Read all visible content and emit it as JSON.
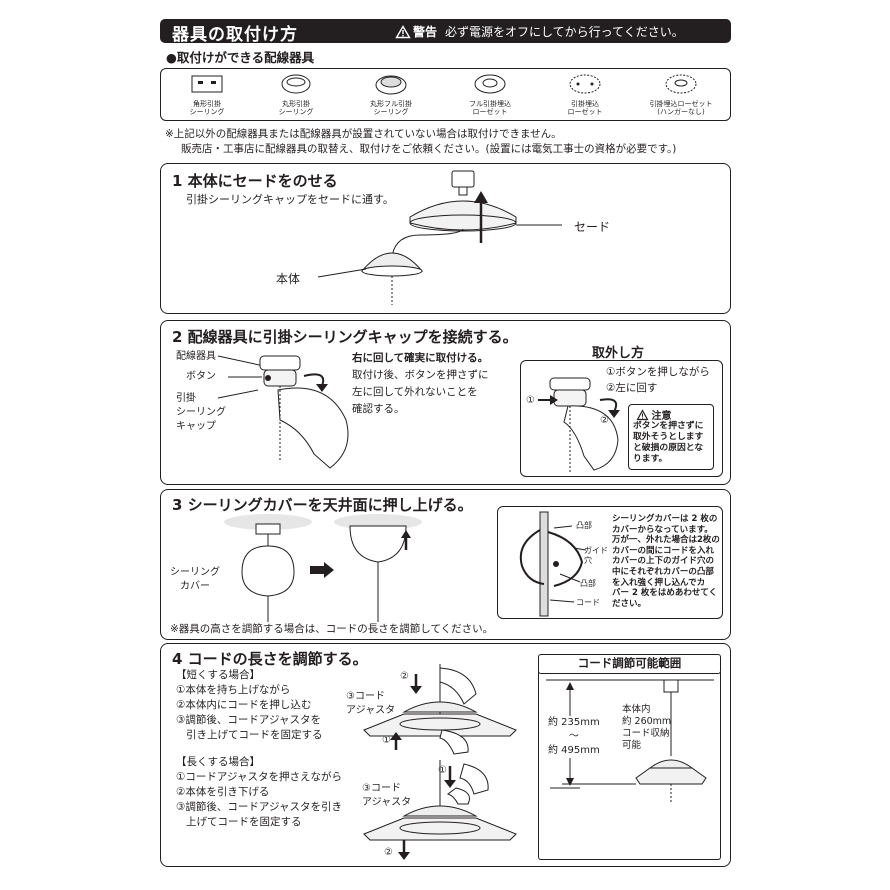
{
  "header": {
    "title": "器具の取付け方",
    "warning_label": "警告",
    "warning_text": "必ず電源をオフにしてから行ってください。"
  },
  "fixtures": {
    "heading": "●取付けができる配線器具",
    "items": [
      {
        "line1": "角形引掛",
        "line2": "シーリング"
      },
      {
        "line1": "丸形引掛",
        "line2": "シーリング"
      },
      {
        "line1": "丸形フル引掛",
        "line2": "シーリング"
      },
      {
        "line1": "フル引掛埋込",
        "line2": "ローゼット"
      },
      {
        "line1": "引掛埋込",
        "line2": "ローゼット"
      },
      {
        "line1": "引掛埋込ローゼット",
        "line2": "(ハンガーなし)"
      }
    ],
    "note_line1": "※上記以外の配線器具または配線器具が設置されていない場合は取付けできません。",
    "note_line2": "販売店・工事店に配線器具の取替え、取付けをご依頼ください。(設置には電気工事士の資格が必要です。)"
  },
  "step1": {
    "title": "1  本体にセードをのせる",
    "desc": "引掛シーリングキャップをセードに通す。",
    "label_shade": "セード",
    "label_body": "本体"
  },
  "step2": {
    "title": "2  配線器具に引掛シーリングキャップを接続する。",
    "label_fixture": "配線器具",
    "label_button": "ボタン",
    "label_cap1": "引掛",
    "label_cap2": "シーリング",
    "label_cap3": "キャップ",
    "desc_line1": "右に回して確実に取付ける。",
    "desc_line2": "取付け後、ボタンを押さずに",
    "desc_line3": "左に回して外れないことを",
    "desc_line4": "確認する。",
    "removal_title": "取外し方",
    "removal_step1": "①ボタンを押しながら",
    "removal_step2": "②左に回す",
    "mark1": "①",
    "mark2": "②",
    "caution_title": "注意",
    "caution_line1": "ボタンを押さずに",
    "caution_line2": "取外そうとします",
    "caution_line3": "と破損の原因とな",
    "caution_line4": "ります。"
  },
  "step3": {
    "title": "3  シーリングカバーを天井面に押し上げる。",
    "label_cover1": "シーリング",
    "label_cover2": "カバー",
    "label_convex": "凸部",
    "label_guide1": "ガイド",
    "label_guide2": "穴",
    "label_concave": "凸部",
    "label_cord": "コード",
    "note_line1": "シーリングカバーは 2 枚の",
    "note_line2": "カバーからなっています。",
    "note_line3": "万が一、外れた場合は2枚の",
    "note_line4": "カバーの間にコードを入れ",
    "note_line5": "カバーの上下のガイド穴の",
    "note_line6": "中にそれぞれカバーの凸部",
    "note_line7": "を入れ強く押し込んでカ",
    "note_line8": "バー 2 枚をはめあわせてく",
    "note_line9": "ださい。",
    "footnote": "※器具の高さを調節する場合は、コードの長さを調節してください。"
  },
  "step4": {
    "title": "4  コードの長さを調節する。",
    "short_title": "【短くする場合】",
    "short_1": "①本体を持ち上げながら",
    "short_2": "②本体内にコードを押し込む",
    "short_3": "③調節後、コードアジャスタを",
    "short_4": "引き上げてコードを固定する",
    "long_title": "【長くする場合】",
    "long_1": "①コードアジャスタを押さえながら",
    "long_2": "②本体を引き下げる",
    "long_3": "③調節後、コードアジャスタを引き",
    "long_4": "上げてコードを固定する",
    "adj1": "③コード",
    "adj2": "アジャスタ",
    "mark1": "①",
    "mark2": "②",
    "range_title": "コード調節可能範囲",
    "range_min": "約 235mm",
    "range_tilde": "〜",
    "range_max": "約 495mm",
    "inside1": "本体内",
    "inside2": "約 260mm",
    "inside3": "コード収納",
    "inside4": "可能"
  }
}
